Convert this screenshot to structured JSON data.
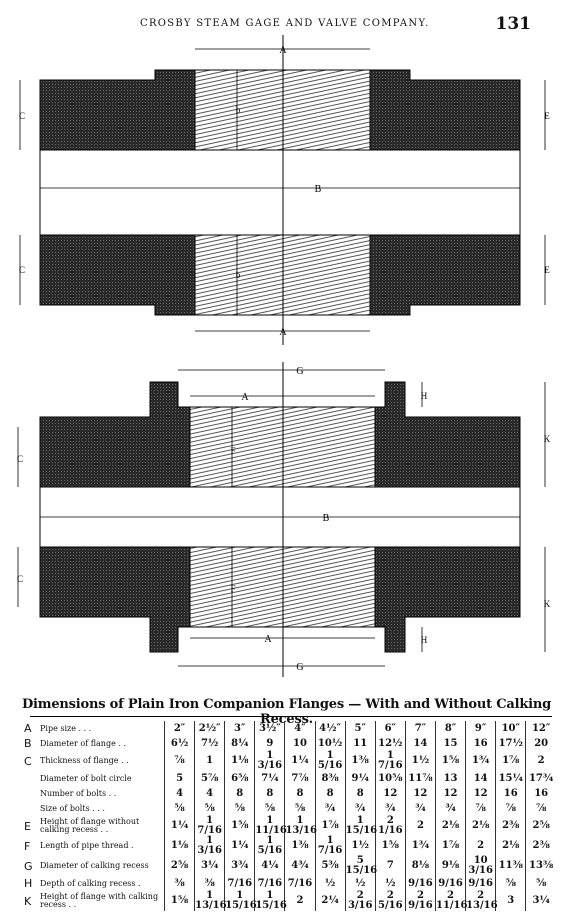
{
  "header": {
    "running_title": "CROSBY STEAM GAGE AND VALVE COMPANY.",
    "page_number": "131"
  },
  "figure_top": {
    "labels": {
      "A_top": "A",
      "A_bottom": "A",
      "B": "B",
      "b_top": "b",
      "b_bottom": "b",
      "C_top": "C",
      "C_bottom": "C",
      "E_top": "E",
      "E_bottom": "E"
    }
  },
  "figure_bottom": {
    "labels": {
      "G_top": "G",
      "G_bottom": "G",
      "A_top": "A",
      "A_bottom": "A",
      "B": "B",
      "F_top": "F",
      "F_bottom": "F",
      "C_top": "C",
      "C_bottom": "C",
      "H_top": "H",
      "H_bottom": "H",
      "K_top": "K",
      "K_bottom": "K"
    }
  },
  "table": {
    "caption": "Dimensions of Plain Iron Companion Flanges — With and Without Calking Recess.",
    "rows": [
      {
        "key": "A",
        "label": "Pipe size . . .",
        "values": [
          "2″",
          "2½″",
          "3″",
          "3½″",
          "4″",
          "4½″",
          "5″",
          "6″",
          "7″",
          "8″",
          "9″",
          "10″",
          "12″"
        ]
      },
      {
        "key": "B",
        "label": "Diameter of flange . .",
        "values": [
          "6½",
          "7½",
          "8¼",
          "9",
          "10",
          "10½",
          "11",
          "12½",
          "14",
          "15",
          "16",
          "17½",
          "20"
        ]
      },
      {
        "key": "C",
        "label": "Thickness of flange . .",
        "values": [
          "⅞",
          "1",
          "1⅛",
          "1 3/16",
          "1¼",
          "1 5/16",
          "1⅜",
          "1 7/16",
          "1½",
          "1⅝",
          "1¾",
          "1⅞",
          "2"
        ]
      },
      {
        "key": "",
        "label": "Diameter of bolt circle",
        "values": [
          "5",
          "5⅞",
          "6⅝",
          "7¼",
          "7⅞",
          "8⅜",
          "9¼",
          "10⅝",
          "11⅞",
          "13",
          "14",
          "15¼",
          "17¾"
        ]
      },
      {
        "key": "",
        "label": "Number of bolts . .",
        "values": [
          "4",
          "4",
          "8",
          "8",
          "8",
          "8",
          "8",
          "12",
          "12",
          "12",
          "12",
          "16",
          "16"
        ]
      },
      {
        "key": "",
        "label": "Size of bolts . . .",
        "values": [
          "⅝",
          "⅝",
          "⅝",
          "⅝",
          "⅝",
          "¾",
          "¾",
          "¾",
          "¾",
          "¾",
          "⅞",
          "⅞",
          "⅞"
        ]
      },
      {
        "key": "E",
        "label": "Height of flange without calking recess . .",
        "values": [
          "1¼",
          "1 7/16",
          "1⅝",
          "1 11/16",
          "1 13/16",
          "1⅞",
          "1 15/16",
          "2 1/16",
          "2",
          "2⅛",
          "2⅛",
          "2⅜",
          "2⅝"
        ]
      },
      {
        "key": "F",
        "label": "Length of pipe thread .",
        "values": [
          "1⅛",
          "1 3/16",
          "1¼",
          "1 5/16",
          "1⅜",
          "1 7/16",
          "1½",
          "1⅝",
          "1¾",
          "1⅞",
          "2",
          "2⅛",
          "2⅜"
        ]
      },
      {
        "key": "G",
        "label": "Diameter of calking recess",
        "values": [
          "2⅝",
          "3¼",
          "3¾",
          "4¼",
          "4¾",
          "5⅜",
          "5 15/16",
          "7",
          "8⅛",
          "9⅛",
          "10 3/16",
          "11⅜",
          "13⅜"
        ]
      },
      {
        "key": "H",
        "label": "Depth of calking recess .",
        "values": [
          "⅜",
          "⅜",
          "7/16",
          "7/16",
          "7/16",
          "½",
          "½",
          "½",
          "9/16",
          "9/16",
          "9/16",
          "⅝",
          "⅝"
        ]
      },
      {
        "key": "K",
        "label": "Height of flange with calking recess . .",
        "values": [
          "1⅝",
          "1 13/16",
          "1 15/16",
          "1 15/16",
          "2",
          "2¼",
          "2 3/16",
          "2 5/16",
          "2 9/16",
          "2 11/16",
          "2 13/16",
          "3",
          "3¼"
        ]
      }
    ]
  }
}
